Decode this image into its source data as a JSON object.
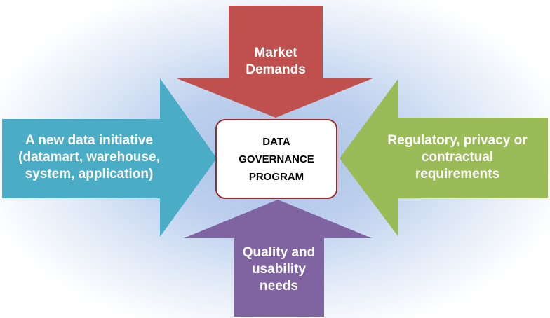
{
  "center": {
    "lines": [
      "DATA",
      "GOVERNANCE",
      "PROGRAM"
    ]
  },
  "arrows": {
    "top": {
      "lines": [
        "Market",
        "Demands"
      ],
      "color": "#c0504d",
      "direction": "down"
    },
    "left": {
      "lines": [
        "A new data initiative",
        "(datamart, warehouse,",
        "system, application)"
      ],
      "color": "#4bacc6",
      "direction": "right"
    },
    "right": {
      "lines": [
        "Regulatory, privacy or",
        "contractual",
        "requirements"
      ],
      "color": "#9bbb59",
      "direction": "left"
    },
    "bottom": {
      "lines": [
        "Quality and",
        "usability",
        "needs"
      ],
      "color": "#8064a2",
      "direction": "up"
    }
  },
  "colors": {
    "center_border": "#9a2a2a",
    "background_glow": "#a9c0e4"
  }
}
